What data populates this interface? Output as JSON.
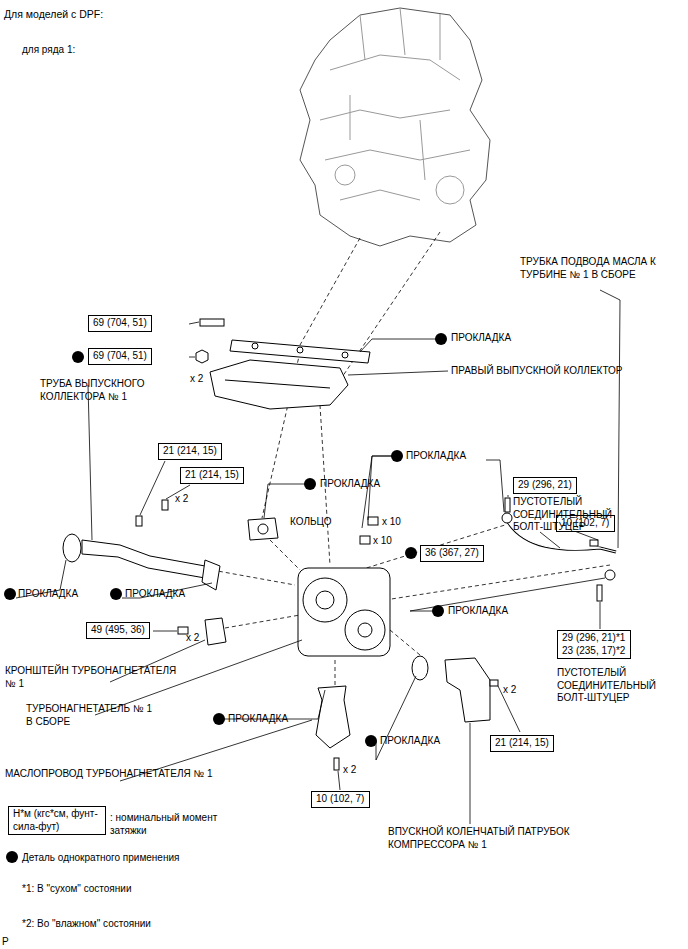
{
  "diagram": {
    "title": "Для моделей с DPF:",
    "nodes": [
      {
        "text": [
          "69 (704, 51)"
        ]
      },
      {
        "text": [
          "69 (704, 51)"
        ]
      },
      {
        "text": [
          "21 (214, 15)"
        ]
      },
      {
        "text": [
          "21 (214, 15)"
        ]
      },
      {
        "text": [
          "29 (296, 21)"
        ]
      },
      {
        "text": [
          "10 (102, 7)"
        ]
      },
      {
        "text": [
          "36 (367, 27)"
        ]
      },
      {
        "text": [
          "29 (296, 21)*1",
          "23 (235, 17)*2"
        ]
      },
      {
        "text": [
          "49 (495, 36)"
        ]
      },
      {
        "text": [
          "21 (214, 15)"
        ]
      },
      {
        "text": [
          "10 (102, 7)"
        ]
      },
      {
        "text": [
          "Н*м (кгс*см, фунт-сила-фут)"
        ]
      }
    ],
    "labels": [
      "для ряда 1:",
      "ТРУБКА ПОДВОДА МАСЛА К ТУРБИНЕ № 1 В СБОРЕ",
      "ПРОКЛАДКА",
      "ПРАВЫЙ ВЫПУСКНОЙ КОЛЛЕКТОР",
      "x 2",
      "ТРУБА ВЫПУСКНОГО КОЛЛЕКТОРА № 1",
      "ПРОКЛАДКА",
      "ПУСТОТЕЛЫЙ СОЕДИНИТЕЛЬНЫЙ БОЛТ-ШТУЦЕР",
      "ПРОКЛАДКА",
      "x 2",
      "КОЛЬЦО",
      "x 10",
      "x 10",
      "ПРОКЛАДКА",
      "ПРОКЛАДКА",
      "ПРОКЛАДКА",
      "ПУСТОТЕЛЫЙ СОЕДИНИТЕЛЬНЫЙ БОЛТ-ШТУЦЕР",
      "x 2",
      "КРОНШТЕЙН ТУРБОНАГНЕТАТЕЛЯ № 1",
      "ТУРБОНАГНЕТАТЕЛЬ № 1 В СБОРЕ",
      "x 2",
      "ПРОКЛАДКА",
      "ПРОКЛАДКА",
      "x 2",
      "МАСЛОПРОВОД ТУРБОНАГНЕТАТЕЛЯ № 1",
      ": номинальный момент затяжки",
      "ВПУСКНОЙ КОЛЕНЧАТЫЙ ПАТРУБОК КОМПРЕССОРА № 1",
      "*1: В \"сухом\" состоянии",
      "*2: Во \"влажном\" состоянии",
      "P"
    ],
    "legend": [
      {
        "text": "Деталь однократного применения",
        "color": "#000000"
      }
    ]
  }
}
